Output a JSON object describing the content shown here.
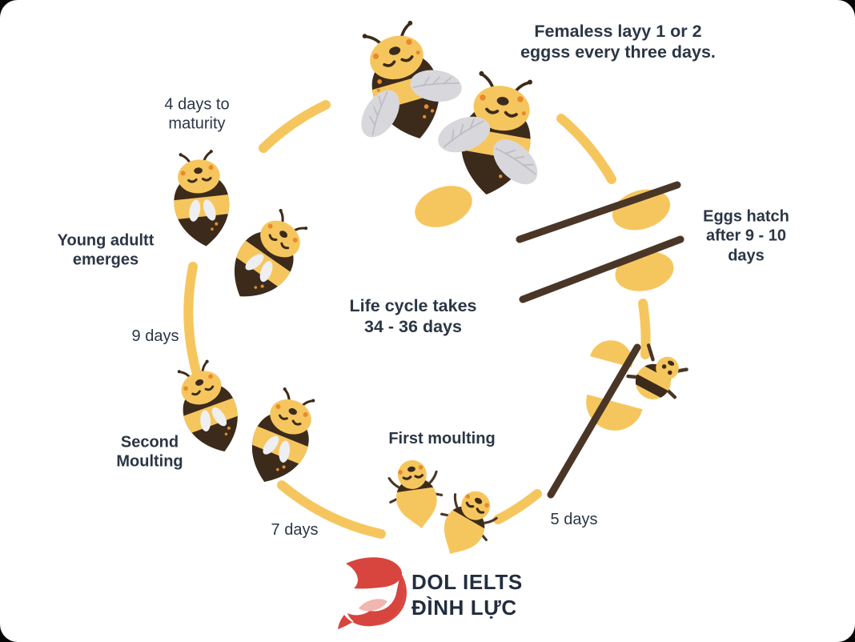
{
  "colors": {
    "text": "#2b3645",
    "yellow": "#F6C65E",
    "bee-dark": "#3C2B1B",
    "stick": "#4A3627",
    "orange": "#E9892C",
    "wing": "#D8D8DC",
    "vein": "#BDBEC4",
    "bud": "#EEEFF3",
    "logo-red": "#D7453E",
    "logo-pink": "#F1B6B0",
    "logo-text": "#222D3F"
  },
  "labels": {
    "females_lay": "Femaless layy 1 or 2\neggss every three days.",
    "four_days": "4 days to\nmaturity",
    "young_adult": "Young adultt\nemerges",
    "nine_days": "9 days",
    "second_moulting": "Second\nMoulting",
    "seven_days": "7 days",
    "first_moulting": "First moulting",
    "five_days": "5 days",
    "eggs_hatch": "Eggs hatch\nafter 9 - 10\ndays",
    "life_cycle": "Life cycle takes\n34 - 36 days"
  },
  "logo": {
    "wordmark": "DOL IELTS\nĐÌNH LỰC"
  }
}
